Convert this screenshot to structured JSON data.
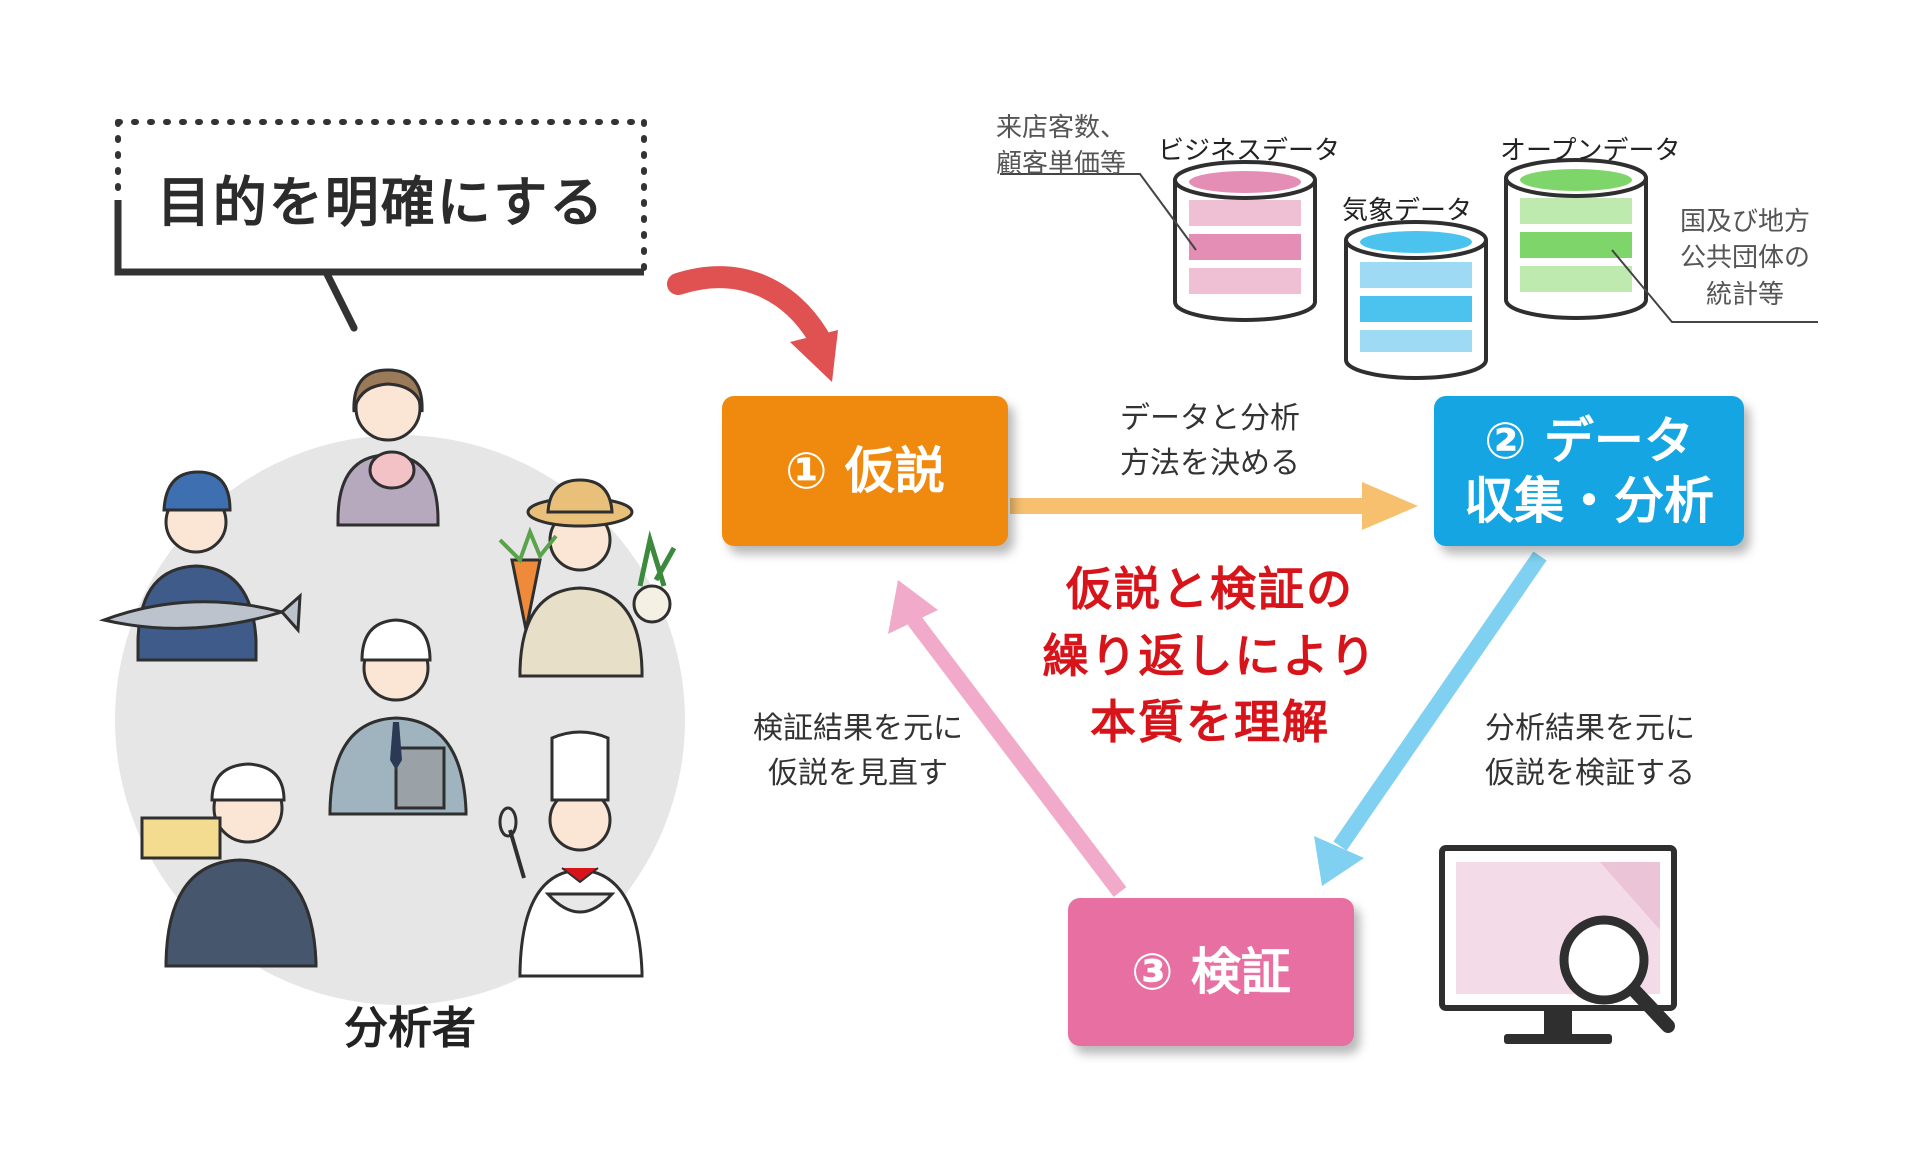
{
  "bubble": {
    "text": "目的を明確にする"
  },
  "analyst_label": "分析者",
  "steps": {
    "hypothesis": "① 仮説",
    "data_line1": "② データ",
    "data_line2": "収集・分析",
    "verify": "③ 検証"
  },
  "notes": {
    "top_line1": "データと分析",
    "top_line2": "方法を決める",
    "right_line1": "分析結果を元に",
    "right_line2": "仮説を検証する",
    "left_line1": "検証結果を元に",
    "left_line2": "仮説を見直す"
  },
  "center": {
    "line1": "仮説と検証の",
    "line2": "繰り返しにより",
    "line3": "本質を理解"
  },
  "databases": {
    "business": {
      "label": "ビジネスデータ",
      "note_line1": "来店客数、",
      "note_line2": "顧客単価等",
      "color": "#e48db5"
    },
    "weather": {
      "label": "気象データ",
      "color": "#4cc2ee"
    },
    "open": {
      "label": "オープンデータ",
      "note_line1": "国及び地方",
      "note_line2": "公共団体の",
      "note_line3": "統計等",
      "color": "#7ed66a"
    }
  },
  "colors": {
    "hypothesis": "#ef8a0e",
    "data": "#16a5e3",
    "verify": "#e86fa1",
    "emphasis": "#d8141b",
    "arrow_orange": "#f7c06f",
    "arrow_blue": "#7fd0f1",
    "arrow_pink": "#f2aacb",
    "arrow_red": "#e05252"
  },
  "icons": [
    "fisherman-icon",
    "woman-with-animal-icon",
    "farmer-icon",
    "office-worker-icon",
    "delivery-worker-icon",
    "chef-icon",
    "monitor-magnifier-icon",
    "database-icon"
  ]
}
